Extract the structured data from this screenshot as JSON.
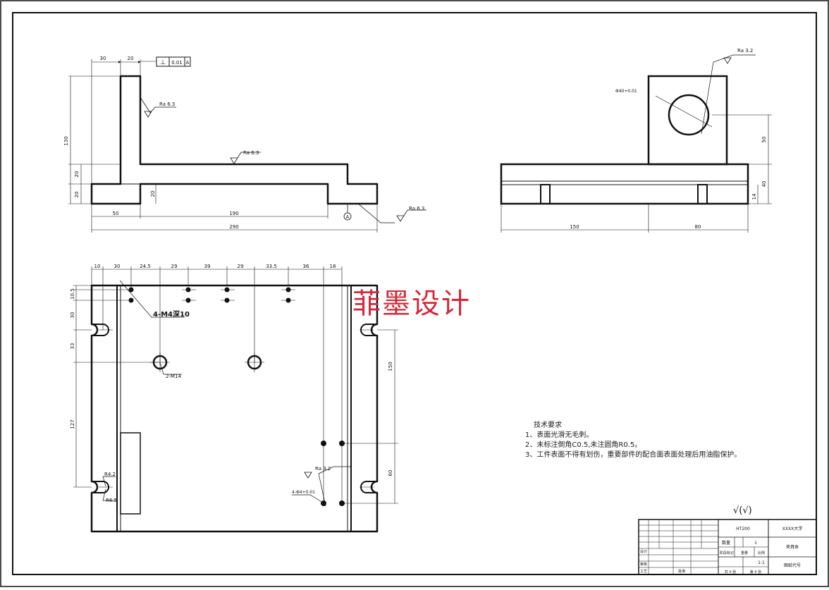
{
  "watermark": "菲墨设计",
  "front_view": {
    "dims": {
      "d30": "30",
      "d20": "20",
      "d130": "130",
      "d20a": "20",
      "d20b": "20",
      "d20c": "20",
      "d50": "50",
      "d190": "190",
      "d290": "290"
    },
    "tolerance_frame": {
      "symbol": "⊥",
      "value": "0.01",
      "datum": "A"
    },
    "roughness": [
      "Ra 6.3",
      "Ra 6.3",
      "Ra 6.3"
    ],
    "datum_label": "A"
  },
  "side_view": {
    "dims": {
      "d150": "150",
      "d80": "80",
      "d50": "50",
      "d40": "40",
      "d14": "14"
    },
    "bore_label": "Φ40+0.01",
    "roughness": "Ra 3.2"
  },
  "top_view": {
    "top_dims": [
      "10",
      "30",
      "24.5",
      "29",
      "39",
      "29",
      "33.5",
      "36",
      "18"
    ],
    "left_dims": {
      "d10_5": "10.5",
      "d30": "30",
      "d33": "33",
      "d127": "127"
    },
    "right_dims": {
      "d150": "150",
      "d60": "60"
    },
    "labels": {
      "threaded_holes": "4-M4深10",
      "bolt_holes": "2-M14",
      "r_small": "R4.2",
      "r_large": "R6.5",
      "pin_holes": "4-Φ4+0.01",
      "roughness": "Ra 3.2"
    }
  },
  "notes": {
    "title": "技术要求",
    "items": [
      "1、表面光滑无毛刺。",
      "2、未标注倒角C0.5,未注圆角R0.5。",
      "3、工件表面不得有划伤，重要部件的配合面表面处理后用油脂保护。"
    ]
  },
  "general_roughness": "√(√)",
  "title_block": {
    "material": "HT200",
    "school": "XXXX大学",
    "part_name": "夹具体",
    "qty_label": "数量",
    "qty": "1",
    "scale": "1:1",
    "drawing_no": "图纸代号",
    "stage_mark": "阶段标记",
    "weight": "重量",
    "ratio": "比例",
    "design": "设计",
    "review": "审核",
    "process": "工艺",
    "approve": "批准",
    "sheet_total": "共 X 张",
    "sheet_no": "第 X 张"
  }
}
